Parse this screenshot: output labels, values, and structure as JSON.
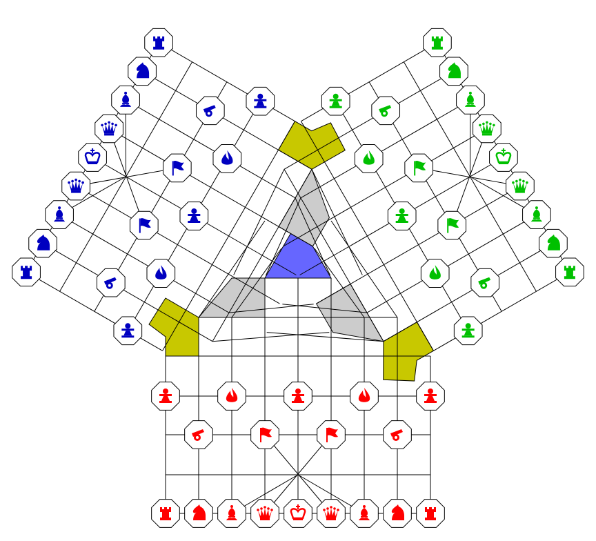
{
  "game": {
    "colors": {
      "red": "#ff0000",
      "blue": "#0000c0",
      "green": "#00c000",
      "center": "#6666ff",
      "gray": "#cccccc",
      "palace": "#c8c800",
      "line": "#000000",
      "board": "#ffffff"
    },
    "armies": [
      {
        "name": "red",
        "color": "#ff0000",
        "back_row": [
          "rook",
          "knight",
          "bishop",
          "queen",
          "king",
          "queen",
          "bishop",
          "knight",
          "rook"
        ],
        "middle_row": [
          "cannon",
          "flag",
          "flag",
          "cannon"
        ],
        "front_row": [
          "pawn",
          "fire",
          "pawn",
          "fire",
          "pawn"
        ]
      },
      {
        "name": "blue",
        "color": "#0000c0",
        "back_row": [
          "rook",
          "knight",
          "bishop",
          "queen",
          "king",
          "queen",
          "bishop",
          "knight",
          "rook"
        ],
        "middle_row": [
          "cannon",
          "flag",
          "flag",
          "cannon"
        ],
        "front_row": [
          "pawn",
          "fire",
          "pawn",
          "fire",
          "pawn"
        ]
      },
      {
        "name": "green",
        "color": "#00c000",
        "back_row": [
          "rook",
          "knight",
          "bishop",
          "queen",
          "king",
          "queen",
          "bishop",
          "knight",
          "rook"
        ],
        "middle_row": [
          "cannon",
          "flag",
          "flag",
          "cannon"
        ],
        "front_row": [
          "pawn",
          "fire",
          "pawn",
          "fire",
          "pawn"
        ]
      }
    ],
    "piece_icons": {
      "rook": "rook-icon",
      "knight": "knight-icon",
      "bishop": "bishop-icon",
      "queen": "queen-icon",
      "king": "king-icon",
      "cannon": "cannon-icon",
      "flag": "flag-icon",
      "fire": "fire-icon",
      "pawn": "pawn-icon"
    }
  }
}
